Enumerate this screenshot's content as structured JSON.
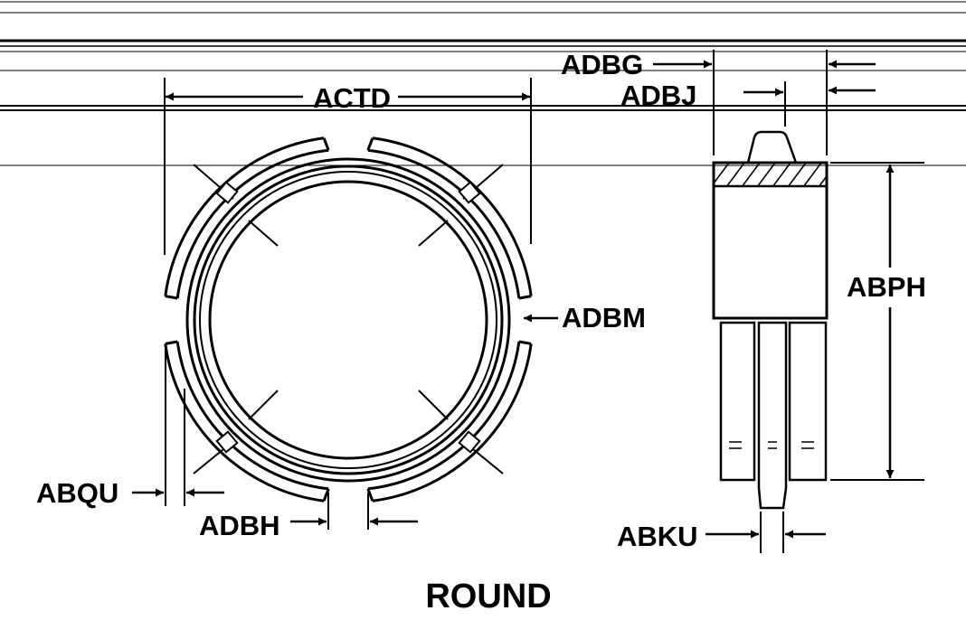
{
  "drawing_title": "ROUND",
  "dimension_labels": {
    "actd": "ACTD",
    "adbg": "ADBG",
    "adbj": "ADBJ",
    "adbm": "ADBM",
    "abph": "ABPH",
    "abqu": "ABQU",
    "adbh": "ADBH",
    "abku": "ABKU"
  },
  "colors": {
    "ink": "#000000",
    "paper": "#ffffff"
  }
}
